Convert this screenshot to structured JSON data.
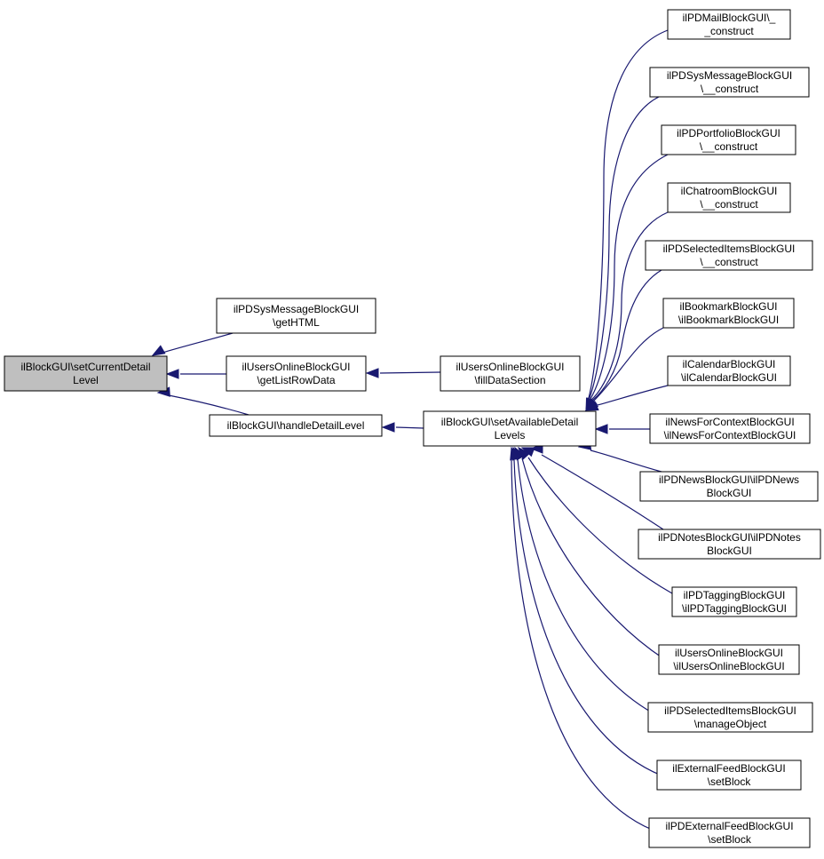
{
  "diagram": {
    "kind": "doxygen-caller-graph",
    "colors": {
      "edge": "#191970",
      "root_fill": "#bfbfbf",
      "node_fill": "#ffffff",
      "node_border": "#000000"
    },
    "nodes": [
      {
        "id": "root",
        "lines": [
          "ilBlockGUI\\setCurrentDetail",
          "Level"
        ],
        "highlighted": true
      },
      {
        "id": "sysmsg_gethtml",
        "lines": [
          "ilPDSysMessageBlockGUI",
          "\\getHTML"
        ]
      },
      {
        "id": "usersonline_getlistrowdata",
        "lines": [
          "ilUsersOnlineBlockGUI",
          "\\getListRowData"
        ]
      },
      {
        "id": "handledetaillevel",
        "lines": [
          "ilBlockGUI\\handleDetailLevel"
        ]
      },
      {
        "id": "usersonline_filldatasection",
        "lines": [
          "ilUsersOnlineBlockGUI",
          "\\fillDataSection"
        ]
      },
      {
        "id": "setavailabledetaillevels",
        "lines": [
          "ilBlockGUI\\setAvailableDetail",
          "Levels"
        ]
      },
      {
        "id": "mail_construct",
        "lines": [
          "ilPDMailBlockGUI\\_",
          "_construct"
        ]
      },
      {
        "id": "sysmsg_construct",
        "lines": [
          "ilPDSysMessageBlockGUI",
          "\\__construct"
        ]
      },
      {
        "id": "portfolio_construct",
        "lines": [
          "ilPDPortfolioBlockGUI",
          "\\__construct"
        ]
      },
      {
        "id": "chatroom_construct",
        "lines": [
          "ilChatroomBlockGUI",
          "\\__construct"
        ]
      },
      {
        "id": "selecteditems_construct",
        "lines": [
          "ilPDSelectedItemsBlockGUI",
          "\\__construct"
        ]
      },
      {
        "id": "bookmark_ctor",
        "lines": [
          "ilBookmarkBlockGUI",
          "\\ilBookmarkBlockGUI"
        ]
      },
      {
        "id": "calendar_ctor",
        "lines": [
          "ilCalendarBlockGUI",
          "\\ilCalendarBlockGUI"
        ]
      },
      {
        "id": "newsforcontext_ctor",
        "lines": [
          "ilNewsForContextBlockGUI",
          "\\ilNewsForContextBlockGUI"
        ]
      },
      {
        "id": "pdnews_ctor",
        "lines": [
          "ilPDNewsBlockGUI\\ilPDNews",
          "BlockGUI"
        ]
      },
      {
        "id": "pdnotes_ctor",
        "lines": [
          "ilPDNotesBlockGUI\\ilPDNotes",
          "BlockGUI"
        ]
      },
      {
        "id": "pdtagging_ctor",
        "lines": [
          "ilPDTaggingBlockGUI",
          "\\ilPDTaggingBlockGUI"
        ]
      },
      {
        "id": "usersonline_ctor",
        "lines": [
          "ilUsersOnlineBlockGUI",
          "\\ilUsersOnlineBlockGUI"
        ]
      },
      {
        "id": "selecteditems_manageobject",
        "lines": [
          "ilPDSelectedItemsBlockGUI",
          "\\manageObject"
        ]
      },
      {
        "id": "externalfeed_setblock",
        "lines": [
          "ilExternalFeedBlockGUI",
          "\\setBlock"
        ]
      },
      {
        "id": "pdexternalfeed_setblock",
        "lines": [
          "ilPDExternalFeedBlockGUI",
          "\\setBlock"
        ]
      }
    ],
    "edges": [
      {
        "from": "sysmsg_gethtml",
        "to": "root"
      },
      {
        "from": "usersonline_getlistrowdata",
        "to": "root"
      },
      {
        "from": "handledetaillevel",
        "to": "root"
      },
      {
        "from": "usersonline_filldatasection",
        "to": "usersonline_getlistrowdata"
      },
      {
        "from": "setavailabledetaillevels",
        "to": "handledetaillevel"
      },
      {
        "from": "mail_construct",
        "to": "setavailabledetaillevels"
      },
      {
        "from": "sysmsg_construct",
        "to": "setavailabledetaillevels"
      },
      {
        "from": "portfolio_construct",
        "to": "setavailabledetaillevels"
      },
      {
        "from": "chatroom_construct",
        "to": "setavailabledetaillevels"
      },
      {
        "from": "selecteditems_construct",
        "to": "setavailabledetaillevels"
      },
      {
        "from": "bookmark_ctor",
        "to": "setavailabledetaillevels"
      },
      {
        "from": "calendar_ctor",
        "to": "setavailabledetaillevels"
      },
      {
        "from": "newsforcontext_ctor",
        "to": "setavailabledetaillevels"
      },
      {
        "from": "pdnews_ctor",
        "to": "setavailabledetaillevels"
      },
      {
        "from": "pdnotes_ctor",
        "to": "setavailabledetaillevels"
      },
      {
        "from": "pdtagging_ctor",
        "to": "setavailabledetaillevels"
      },
      {
        "from": "usersonline_ctor",
        "to": "setavailabledetaillevels"
      },
      {
        "from": "selecteditems_manageobject",
        "to": "setavailabledetaillevels"
      },
      {
        "from": "externalfeed_setblock",
        "to": "setavailabledetaillevels"
      },
      {
        "from": "pdexternalfeed_setblock",
        "to": "setavailabledetaillevels"
      }
    ]
  }
}
